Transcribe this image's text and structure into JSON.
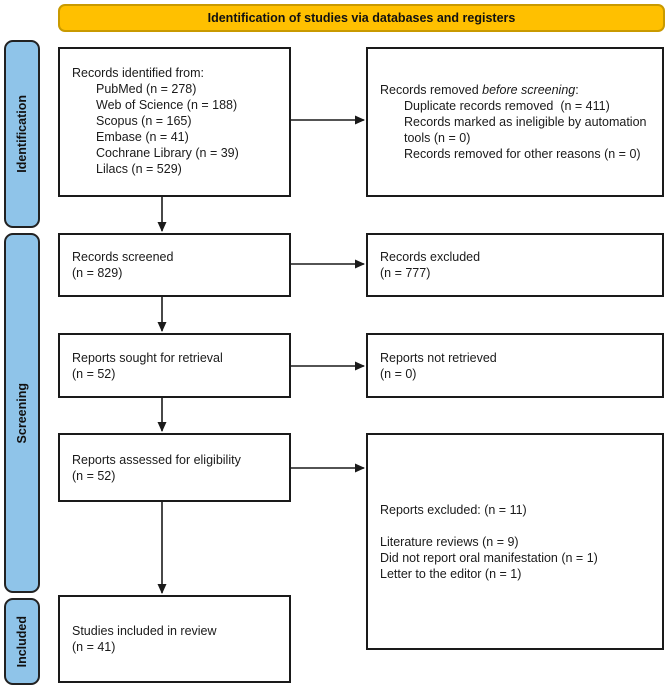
{
  "banner": {
    "label": "Identification of studies via databases and registers",
    "bg_color": "#FFC000",
    "border_color": "#c99a00"
  },
  "sidebar": {
    "bg_color": "#8FC4E9",
    "stages": [
      {
        "label": "Identification"
      },
      {
        "label": "Screening"
      },
      {
        "label": "Included"
      }
    ]
  },
  "boxes": {
    "identified": {
      "title": "Records identified from:",
      "items": [
        "PubMed (n = 278)",
        "Web of Science (n = 188)",
        "Scopus (n = 165)",
        "Embase (n = 41)",
        "Cochrane Library (n = 39)",
        "Lilacs (n = 529)"
      ]
    },
    "removed": {
      "title_prefix": "Records removed ",
      "title_italic": "before screening",
      "title_suffix": ":",
      "items": [
        "Duplicate records removed  (n = 411)",
        "Records marked as ineligible by automation tools (n = 0)",
        "Records removed for other reasons (n = 0)"
      ]
    },
    "screened": {
      "line1": "Records screened",
      "line2": "(n = 829)"
    },
    "records_excluded": {
      "line1": "Records excluded",
      "line2": "(n = 777)"
    },
    "sought": {
      "line1": "Reports sought for retrieval",
      "line2": "(n = 52)"
    },
    "not_retrieved": {
      "line1": "Reports not retrieved",
      "line2": "(n = 0)"
    },
    "assessed": {
      "line1": "Reports assessed for eligibility",
      "line2": "(n = 52)"
    },
    "reports_excluded": {
      "title": "Reports excluded: (n = 11)",
      "items": [
        "Literature reviews (n = 9)",
        "Did not report oral manifestation (n = 1)",
        "Letter to the editor (n = 1)"
      ]
    },
    "included": {
      "line1": "Studies included in review",
      "line2": "(n = 41)"
    }
  }
}
